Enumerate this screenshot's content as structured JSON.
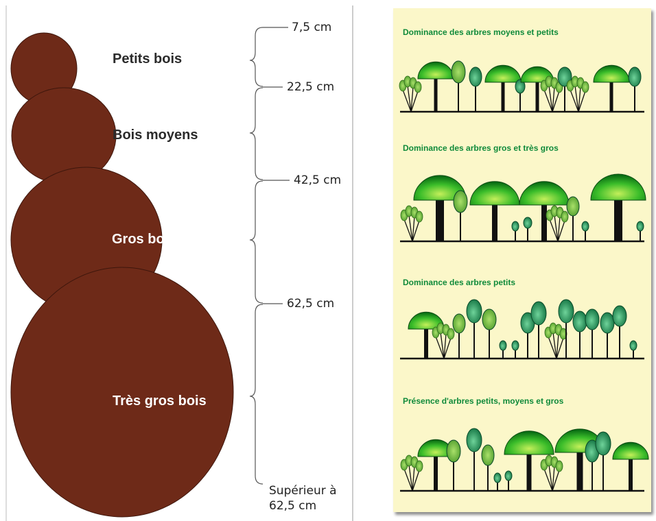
{
  "diameter_classes": {
    "items": [
      {
        "label": "Petits bois"
      },
      {
        "label": "Bois moyens"
      },
      {
        "label": "Gros bois"
      },
      {
        "label": "Très gros bois"
      }
    ],
    "thresholds": [
      "7,5  cm",
      "22,5 cm",
      "42,5 cm",
      "62,5 cm"
    ],
    "last_threshold": {
      "line1": "Supérieur à",
      "line2": "62,5 cm"
    },
    "circle_color": "#6e2a18"
  },
  "stand_structures": {
    "background_color": "#fbf7c9",
    "title_color": "#0f8a3a",
    "sections": [
      {
        "title": "Dominance des arbres moyens et petits"
      },
      {
        "title": "Dominance des arbres gros et très gros"
      },
      {
        "title": "Dominance des arbres petits"
      },
      {
        "title": "Présence d'arbres petits, moyens et gros"
      }
    ]
  }
}
